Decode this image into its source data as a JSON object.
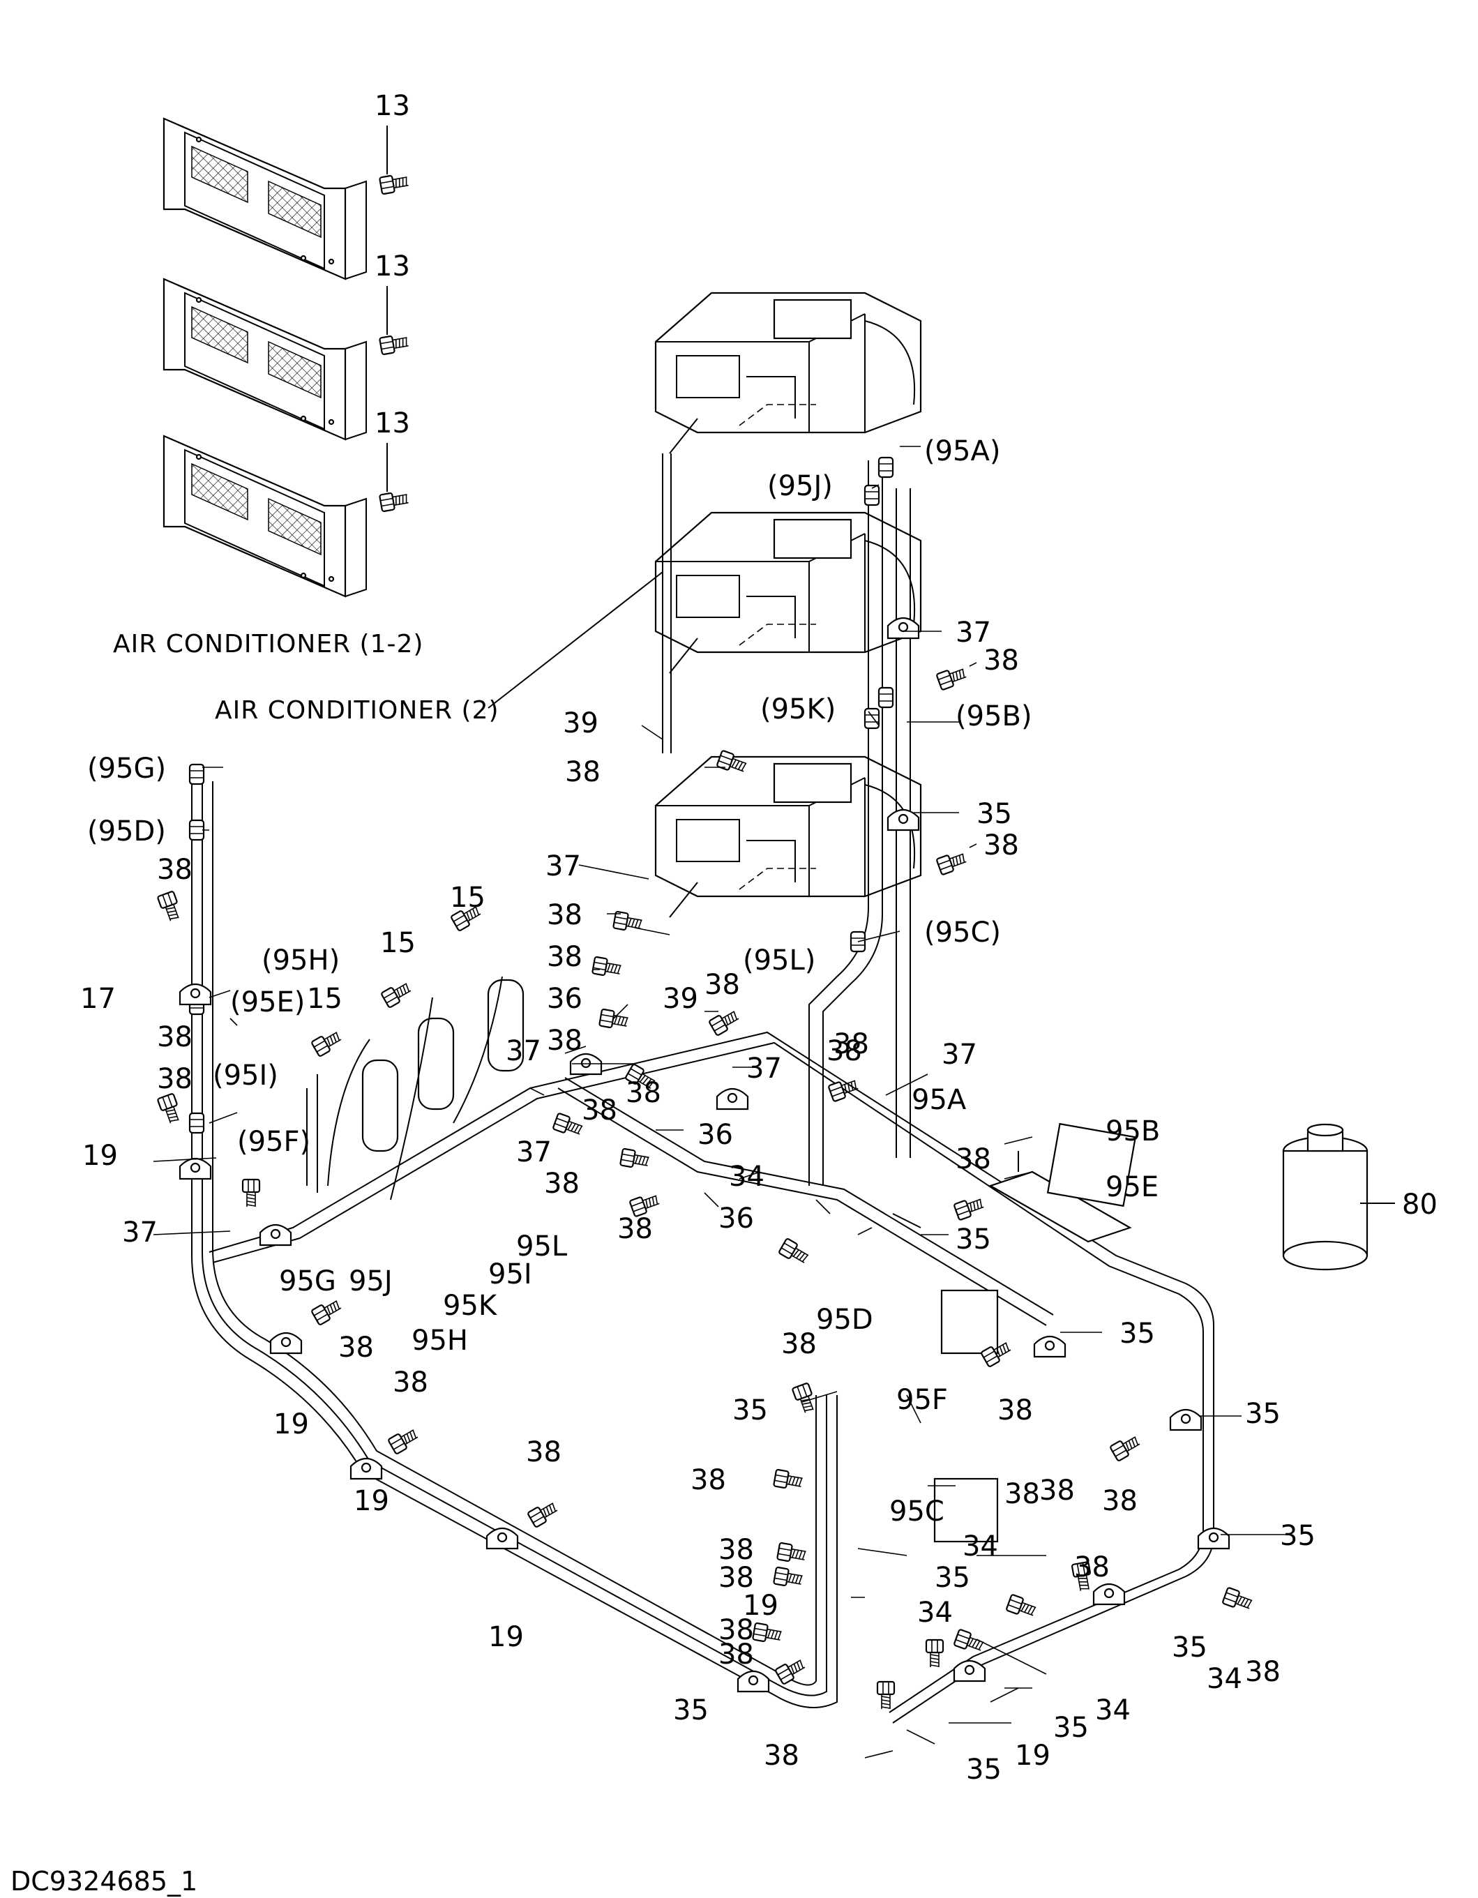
{
  "doc_id": "DC9324685_1",
  "captions": {
    "ac12": "AIR CONDITIONER (1-2)",
    "ac2": "AIR CONDITIONER (2)"
  },
  "callouts": [
    "13",
    "13",
    "13",
    "(95A)",
    "(95J)",
    "37",
    "38",
    "(95K)",
    "(95B)",
    "39",
    "38",
    "35",
    "38",
    "(95G)",
    "(95D)",
    "38",
    "37",
    "38",
    "(95C)",
    "15",
    "38",
    "(95L)",
    "15",
    "(95H)",
    "36",
    "39",
    "38",
    "17",
    "(95E)",
    "15",
    "38",
    "38",
    "37",
    "37",
    "38",
    "(95I)",
    "37",
    "38",
    "38",
    "95A",
    "19",
    "(95F)",
    "38",
    "36",
    "95B",
    "37",
    "38",
    "38",
    "95E",
    "34",
    "80",
    "37",
    "36",
    "38",
    "38",
    "35",
    "95G",
    "95J",
    "95L",
    "95I",
    "95K",
    "95D",
    "95H",
    "38",
    "35",
    "38",
    "38",
    "38",
    "19",
    "35",
    "95F",
    "35",
    "38",
    "19",
    "38",
    "38",
    "95C",
    "38",
    "38",
    "35",
    "34",
    "38",
    "38",
    "38",
    "35",
    "19",
    "34",
    "38",
    "38",
    "35",
    "34",
    "38",
    "19",
    "34",
    "35",
    "35",
    "19",
    "35",
    "38"
  ]
}
